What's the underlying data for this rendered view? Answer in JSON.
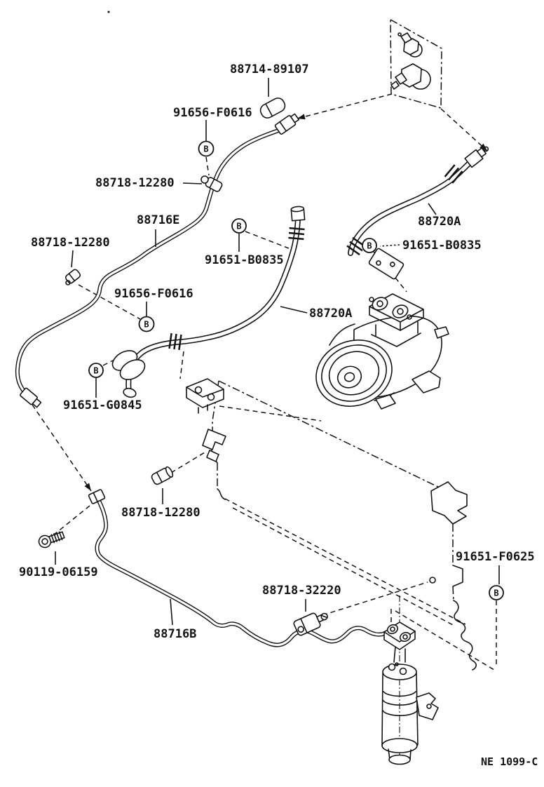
{
  "diagram": {
    "drawing_code": "NE 1099-C",
    "bolt_marker": "B",
    "colors": {
      "background": "#ffffff",
      "line": "#141414"
    },
    "labels": [
      {
        "part": "88714-89107"
      },
      {
        "part": "91656-F0616"
      },
      {
        "part": "88718-12280"
      },
      {
        "part": "88716E"
      },
      {
        "part": "88718-12280"
      },
      {
        "part": "91651-B0835"
      },
      {
        "part": "88720A"
      },
      {
        "part": "91651-B0835"
      },
      {
        "part": "91656-F0616"
      },
      {
        "part": "88720A"
      },
      {
        "part": "91651-G0845"
      },
      {
        "part": "88718-12280"
      },
      {
        "part": "90119-06159"
      },
      {
        "part": "88718-32220"
      },
      {
        "part": "88716B"
      },
      {
        "part": "91651-F0625"
      }
    ]
  }
}
